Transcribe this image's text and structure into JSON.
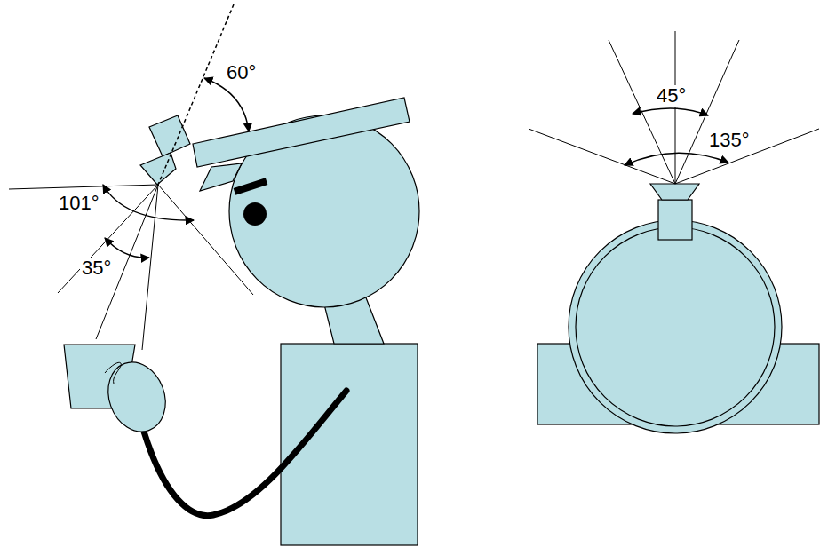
{
  "diagram": {
    "labels": [
      "60°",
      "101°",
      "35°",
      "45°",
      "135°"
    ]
  }
}
